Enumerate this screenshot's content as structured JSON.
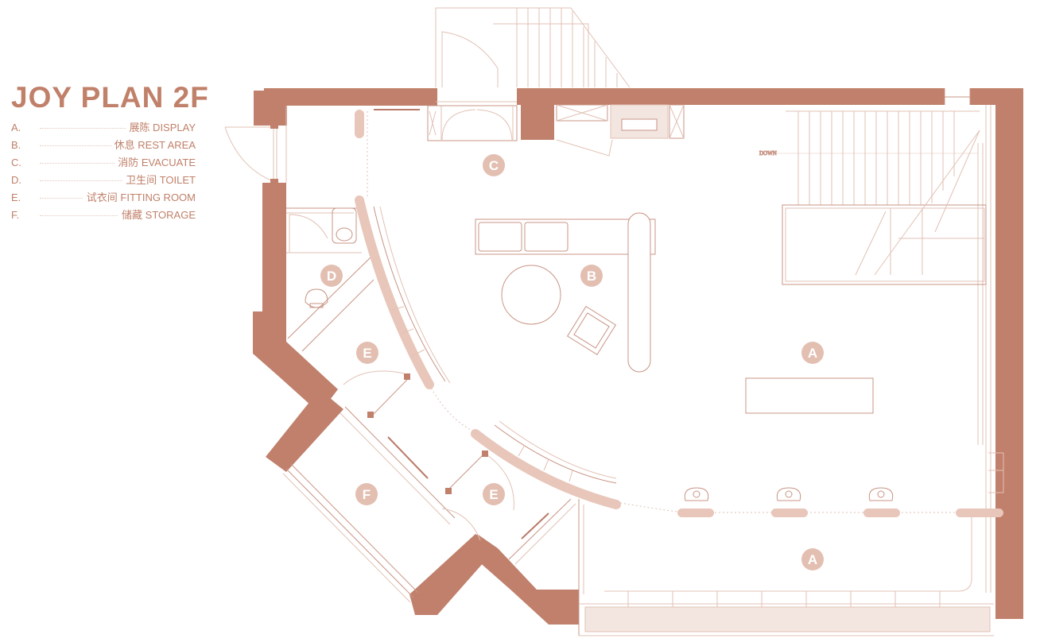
{
  "title": "JOY PLAN 2F",
  "legend": [
    {
      "key": "A.",
      "name": "展陈 DISPLAY"
    },
    {
      "key": "B.",
      "name": "休息 REST AREA"
    },
    {
      "key": "C.",
      "name": "消防 EVACUATE"
    },
    {
      "key": "D.",
      "name": "卫生间 TOILET"
    },
    {
      "key": "E.",
      "name": "试衣间 FITTING ROOM"
    },
    {
      "key": "F.",
      "name": "储藏 STORAGE"
    }
  ],
  "plan": {
    "stair_label": "DOWN",
    "zones": {
      "a_upper": "A",
      "a_lower": "A",
      "b": "B",
      "c": "C",
      "d": "D",
      "e_upper": "E",
      "e_lower": "E",
      "f": "F"
    }
  },
  "colors": {
    "wall": "#c0806b",
    "line": "#c89484",
    "light_line": "#e2c1b5",
    "fill": "#e8c6ba",
    "marker": "#e3bfb2",
    "text": "#c08069"
  }
}
